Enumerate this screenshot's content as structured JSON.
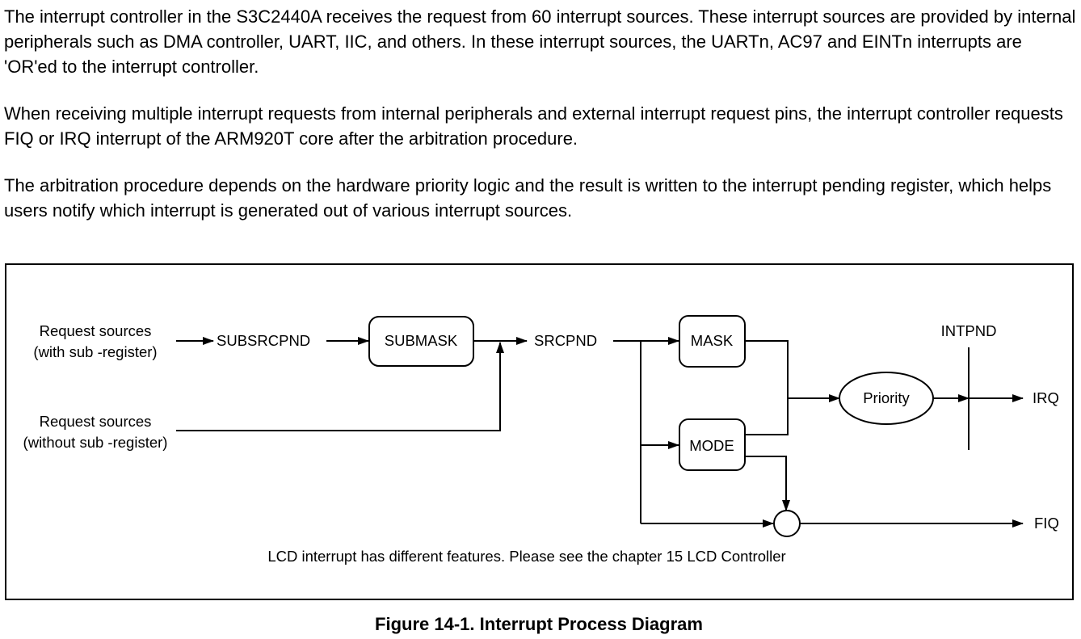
{
  "paragraphs": [
    "The interrupt controller in the S3C2440A receives the request from 60 interrupt sources. These interrupt sources are provided by internal peripherals such as DMA controller, UART, IIC, and others. In these interrupt sources, the UARTn, AC97 and EINTn interrupts are 'OR'ed to the interrupt controller.",
    "When receiving multiple interrupt requests from internal peripherals and external interrupt request pins, the interrupt controller requests FIQ or IRQ interrupt of the ARM920T core after the arbitration procedure.",
    "The arbitration procedure depends on the hardware priority logic and the result is written to the interrupt pending register, which helps users notify which interrupt is generated out of various interrupt sources."
  ],
  "diagram": {
    "source_with_sub_line1": "Request sources",
    "source_with_sub_line2": "(with sub -register)",
    "source_without_sub_line1": "Request sources",
    "source_without_sub_line2": "(without sub -register)",
    "subsrcpnd": "SUBSRCPND",
    "submask": "SUBMASK",
    "srcpnd": "SRCPND",
    "mask": "MASK",
    "mode": "MODE",
    "priority": "Priority",
    "intpnd": "INTPND",
    "irq": "IRQ",
    "fiq": "FIQ",
    "note": "LCD interrupt has different features. Please see the chapter 15 LCD Controller"
  },
  "caption": "Figure 14-1. Interrupt Process Diagram"
}
